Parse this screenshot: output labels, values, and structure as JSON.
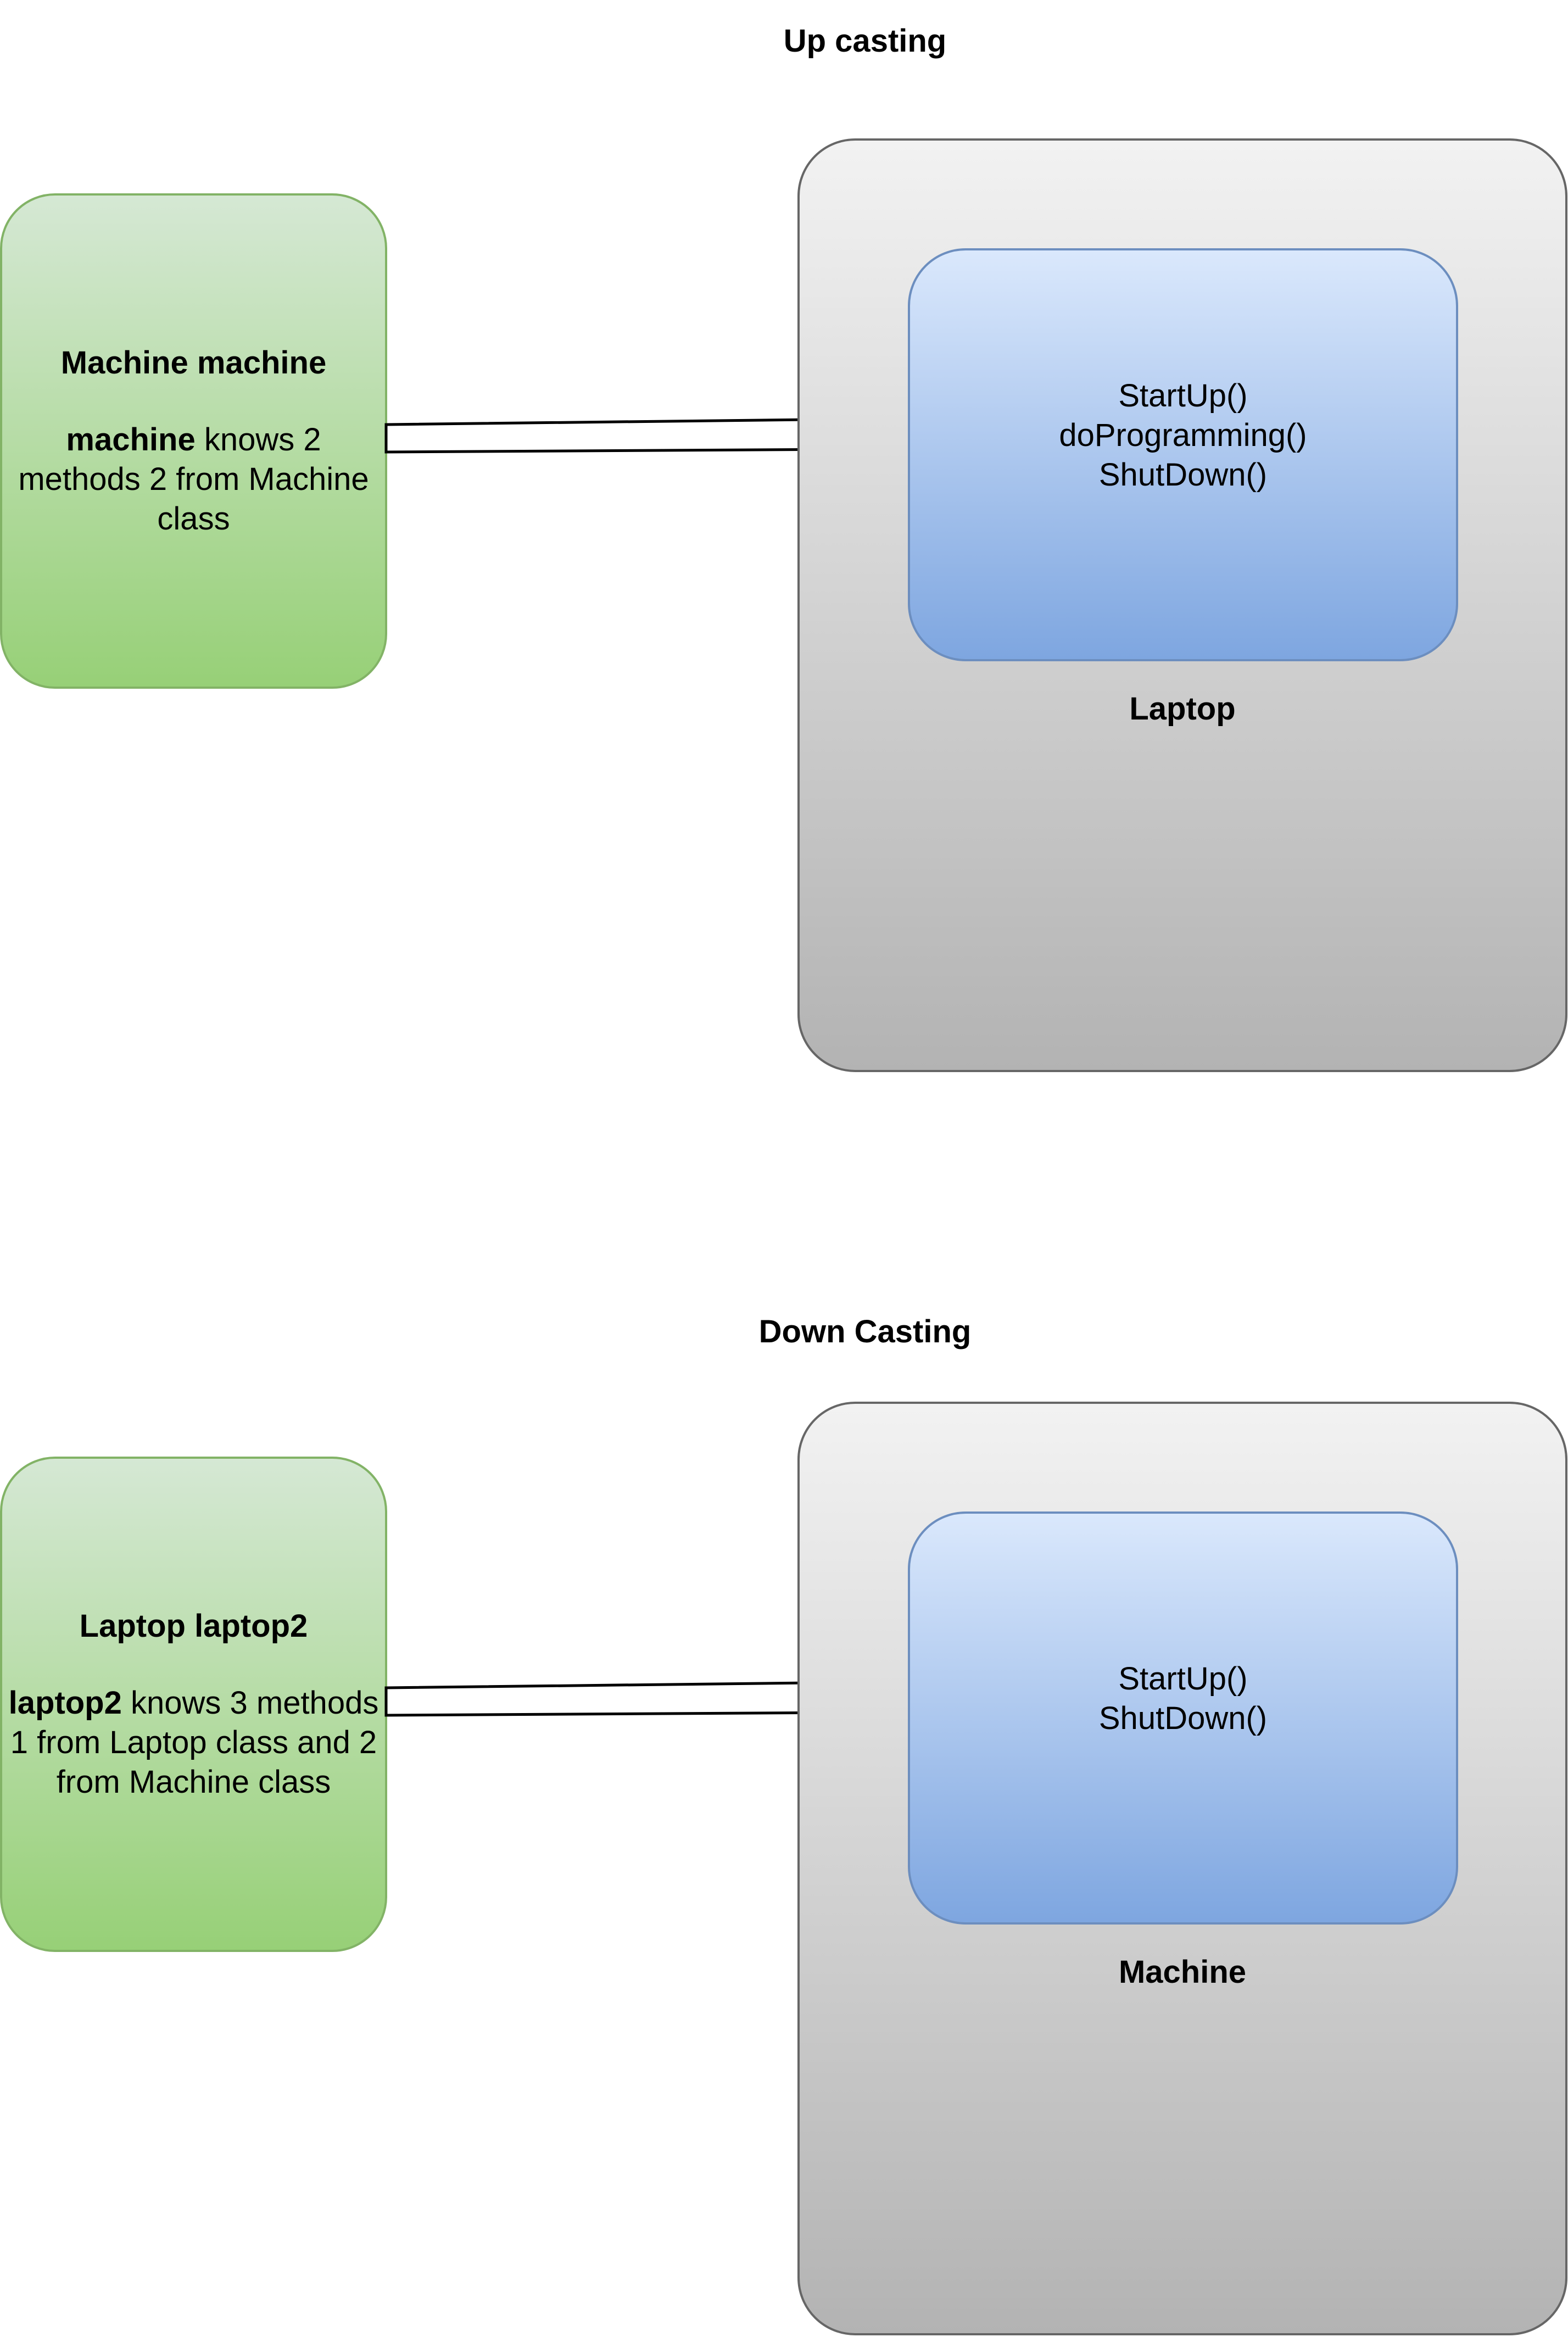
{
  "upcasting": {
    "title": "Up casting",
    "reference": {
      "declaration": "Machine machine",
      "variable": "machine",
      "description": " knows 2 methods 2 from Machine class"
    },
    "object": {
      "methods": [
        "StartUp()",
        "doProgramming()",
        "ShutDown()"
      ],
      "label": "Laptop"
    }
  },
  "downcasting": {
    "title": "Down Casting",
    "reference": {
      "declaration": "Laptop laptop2",
      "variable": "laptop2",
      "description": " knows 3 methods 1 from Laptop class and 2 from Machine class"
    },
    "object": {
      "methods": [
        "StartUp()",
        "ShutDown()"
      ],
      "label": "Machine"
    }
  },
  "colors": {
    "reference_fill_top": "#d5e8d4",
    "reference_fill_bottom": "#97d077",
    "reference_stroke": "#82b366",
    "object_fill_top": "#f2f2f2",
    "object_fill_bottom": "#b3b3b3",
    "object_stroke": "#666666",
    "methods_fill_top": "#dae8fc",
    "methods_fill_bottom": "#7ea6e0",
    "methods_stroke": "#6c8ebf"
  }
}
